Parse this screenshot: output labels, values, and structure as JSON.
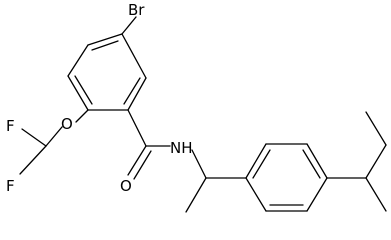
{
  "molecule": {
    "atoms": {
      "br": "Br",
      "o_ether": "O",
      "f_top": "F",
      "f_bottom": "F",
      "o_carbonyl": "O",
      "nh": "NH"
    }
  }
}
